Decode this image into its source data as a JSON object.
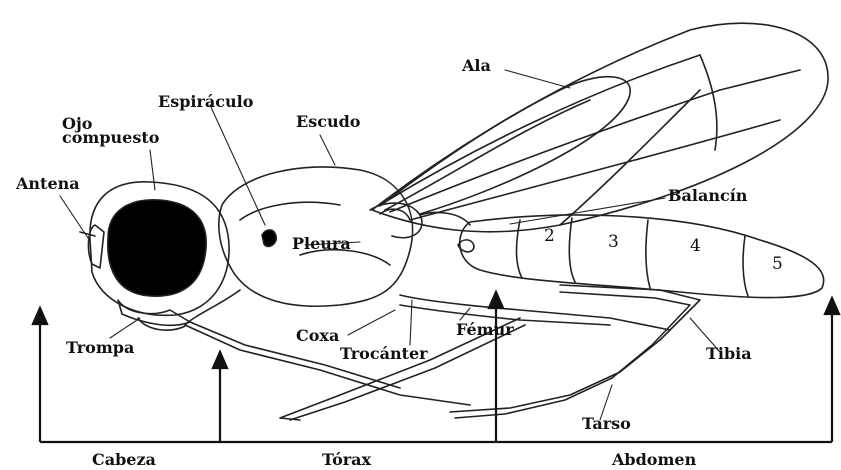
{
  "labels": {
    "ala": "Ala",
    "espiraculo": "Espiráculo",
    "ojo_compuesto_line1": "Ojo",
    "ojo_compuesto_line2": "compuesto",
    "escudo": "Escudo",
    "antena": "Antena",
    "balancin": "Balancín",
    "pleura": "Pleura",
    "trompa": "Trompa",
    "coxa": "Coxa",
    "femur": "Fémur",
    "trocanter": "Trocánter",
    "tibia": "Tibia",
    "tarso": "Tarso"
  },
  "segments": [
    "2",
    "3",
    "4",
    "5"
  ],
  "regions": {
    "cabeza": "Cabeza",
    "torax": "Tórax",
    "abdomen": "Abdomen"
  }
}
